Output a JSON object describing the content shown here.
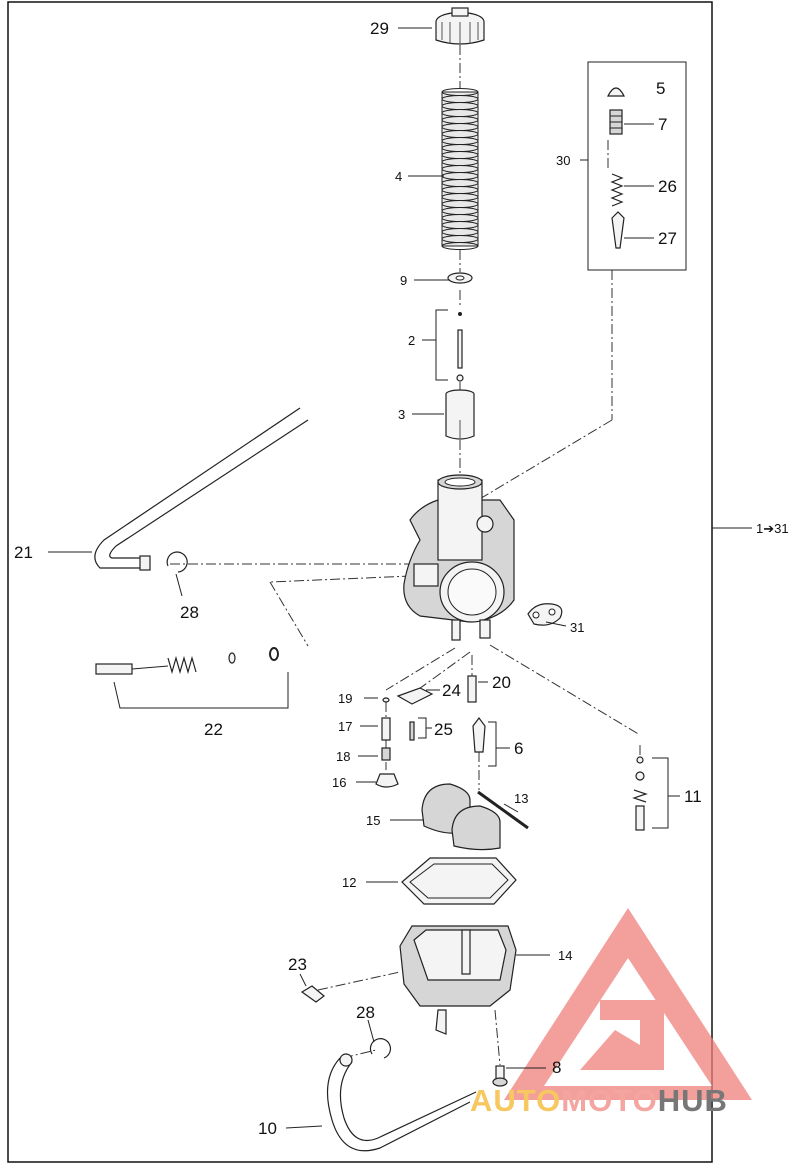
{
  "diagram": {
    "range_label": "1➔31",
    "parts": {
      "p2": "2",
      "p3": "3",
      "p4": "4",
      "p5": "5",
      "p6": "6",
      "p7": "7",
      "p8": "8",
      "p9": "9",
      "p10": "10",
      "p11": "11",
      "p12": "12",
      "p13": "13",
      "p14": "14",
      "p15": "15",
      "p16": "16",
      "p17": "17",
      "p18": "18",
      "p19": "19",
      "p20": "20",
      "p21": "21",
      "p22": "22",
      "p23": "23",
      "p24": "24",
      "p25": "25",
      "p26": "26",
      "p27": "27",
      "p28a": "28",
      "p28b": "28",
      "p29": "29",
      "p30": "30",
      "p31": "31"
    }
  },
  "watermark": {
    "part1": "AUTO",
    "part2": "MOTO",
    "part3": "HUB",
    "colors": {
      "auto": "#f7c860",
      "moto": "#f4a5a0",
      "hub": "#777777",
      "logo": "#ef7f7a"
    }
  }
}
